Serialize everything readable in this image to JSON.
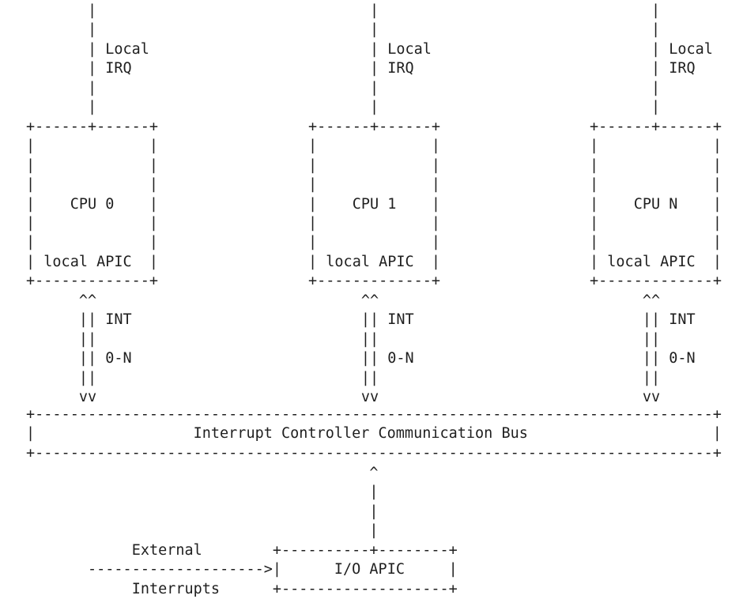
{
  "diagram": {
    "background_color": "#ffffff",
    "text_color": "#1f1f1f",
    "cpu_columns": [
      {
        "local_irq_label": "Local IRQ",
        "cpu_label": "CPU 0",
        "apic_label": "local APIC",
        "int_label": "INT",
        "int_range_label": "0-N",
        "art": "       |\n       |\n       | Local\n       | IRQ\n       |\n       |\n+------+------+\n|             |\n|             |\n|             |\n|    CPU 0    |\n|             |\n|             |\n| local APIC  |\n+-------------+\n      ^^\n      || INT\n      ||\n      || 0-N\n      ||\n      vv"
      },
      {
        "local_irq_label": "Local IRQ",
        "cpu_label": "CPU 1",
        "apic_label": "local APIC",
        "int_label": "INT",
        "int_range_label": "0-N",
        "art": "       |\n       |\n       | Local\n       | IRQ\n       |\n       |\n+------+------+\n|             |\n|             |\n|             |\n|    CPU 1    |\n|             |\n|             |\n| local APIC  |\n+-------------+\n      ^^\n      || INT\n      ||\n      || 0-N\n      ||\n      vv"
      },
      {
        "local_irq_label": "Local IRQ",
        "cpu_label": "CPU N",
        "apic_label": "local APIC",
        "int_label": "INT",
        "int_range_label": "0-N",
        "art": "       |\n       |\n       | Local\n       | IRQ\n       |\n       |\n+------+------+\n|             |\n|             |\n|             |\n|    CPU N    |\n|             |\n|             |\n| local APIC  |\n+-------------+\n      ^^\n      || INT\n      ||\n      || 0-N\n      ||\n      vv"
      }
    ],
    "bus": {
      "label": "Interrupt Controller Communication Bus",
      "art": "+-----------------------------------------------------------------------------+\n|                  Interrupt Controller Communication Bus                     |\n+-----------------------------------------------------------------------------+"
    },
    "io_apic_section": {
      "external_interrupts_label": "External Interrupts",
      "box_label": "I/O APIC",
      "art": "                                ^\n                                |\n                                |\n                                |\n     External        +----------+--------+\n-------------------->|      I/O APIC     |\n     Interrupts      +-------------------+"
    }
  }
}
